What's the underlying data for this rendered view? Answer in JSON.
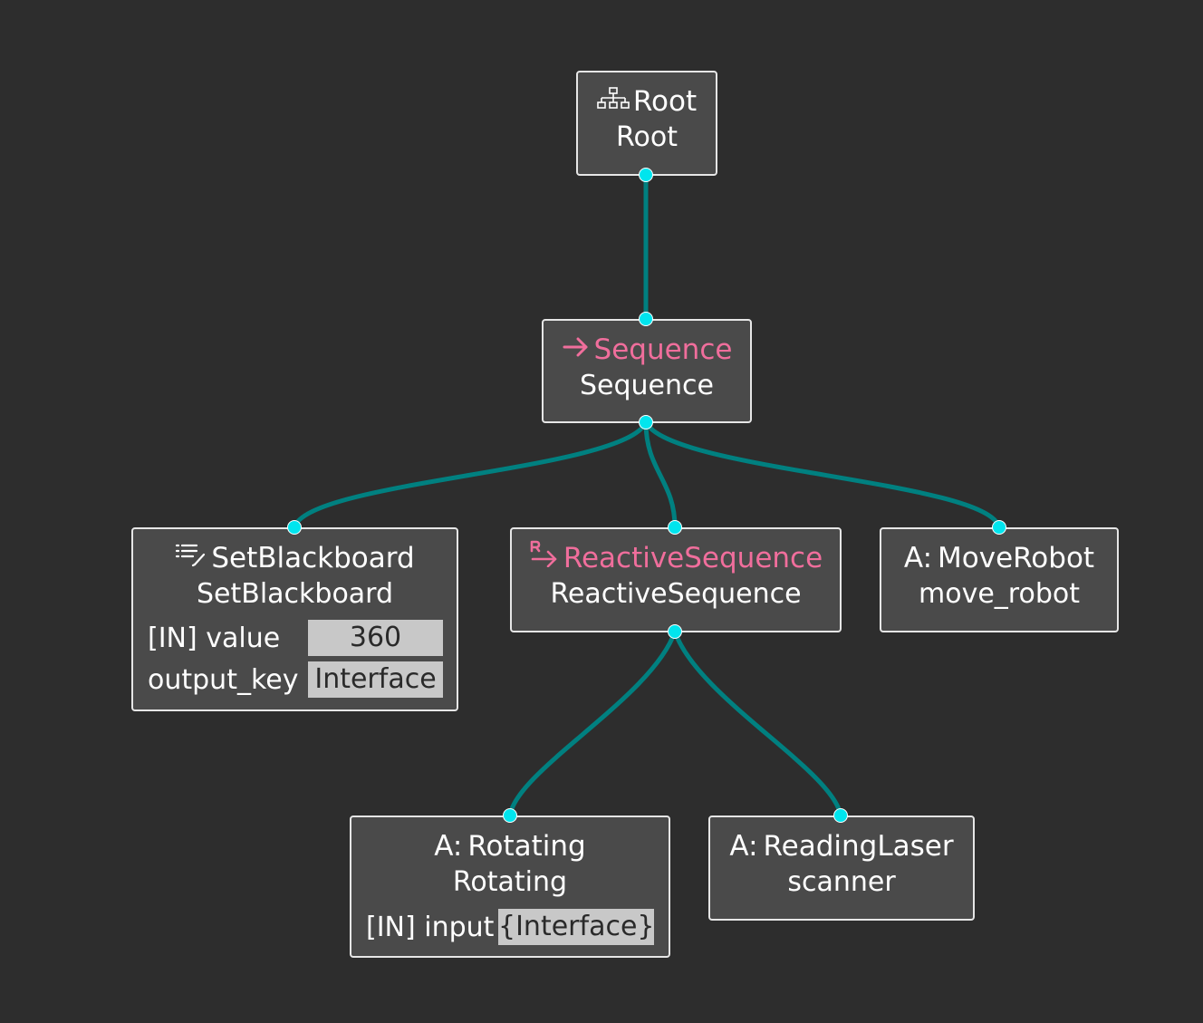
{
  "colors": {
    "background": "#2d2d2d",
    "node_fill": "#4a4a4a",
    "node_border": "#e6e6e6",
    "edge": "#008080",
    "port": "#00e5ee",
    "control_text": "#f06e9c",
    "port_value_bg": "#c8c8c8"
  },
  "nodes": {
    "root": {
      "icon": "tree-hierarchy-icon",
      "title": "Root",
      "name": "Root"
    },
    "sequence": {
      "icon": "arrow-right-icon",
      "title": "Sequence",
      "name": "Sequence"
    },
    "setblackboard": {
      "icon": "list-edit-icon",
      "title": "SetBlackboard",
      "name": "SetBlackboard",
      "ports": [
        {
          "label": "[IN] value",
          "value": "360"
        },
        {
          "label": "output_key",
          "value": "Interface"
        }
      ]
    },
    "reactive": {
      "icon": "reactive-arrow-icon",
      "title": "ReactiveSequence",
      "name": "ReactiveSequence"
    },
    "moverobot": {
      "prefix": "A:",
      "title": "MoveRobot",
      "name": "move_robot"
    },
    "rotating": {
      "prefix": "A:",
      "title": "Rotating",
      "name": "Rotating",
      "ports": [
        {
          "label": "[IN] input",
          "value": "{Interface}"
        }
      ]
    },
    "readinglaser": {
      "prefix": "A:",
      "title": "ReadingLaser",
      "name": "scanner"
    }
  }
}
